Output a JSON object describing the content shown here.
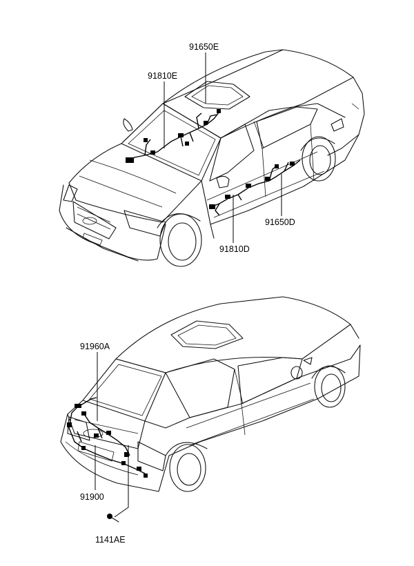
{
  "figure": {
    "parts": [
      {
        "id": "p1",
        "code": "91650E"
      },
      {
        "id": "p2",
        "code": "91810E"
      },
      {
        "id": "p3",
        "code": "91650D"
      },
      {
        "id": "p4",
        "code": "91810D"
      },
      {
        "id": "p5",
        "code": "91960A"
      },
      {
        "id": "p6",
        "code": "91900"
      },
      {
        "id": "p7",
        "code": "1141AE"
      }
    ]
  }
}
